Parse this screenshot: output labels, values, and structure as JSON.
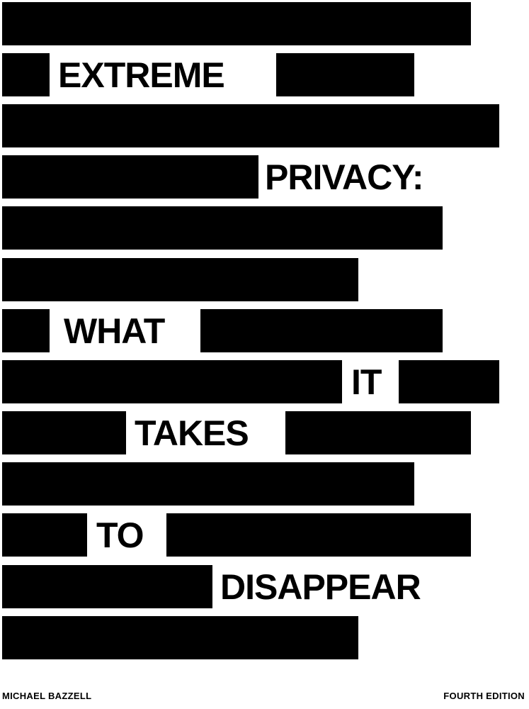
{
  "cover": {
    "title_words": [
      "EXTREME",
      "PRIVACY:",
      "WHAT",
      "IT",
      "TAKES",
      "TO",
      "DISAPPEAR"
    ],
    "author": "MICHAEL BAZZELL",
    "edition": "FOURTH EDITION"
  },
  "colors": {
    "background": "#ffffff",
    "redaction": "#000000",
    "text": "#000000"
  }
}
